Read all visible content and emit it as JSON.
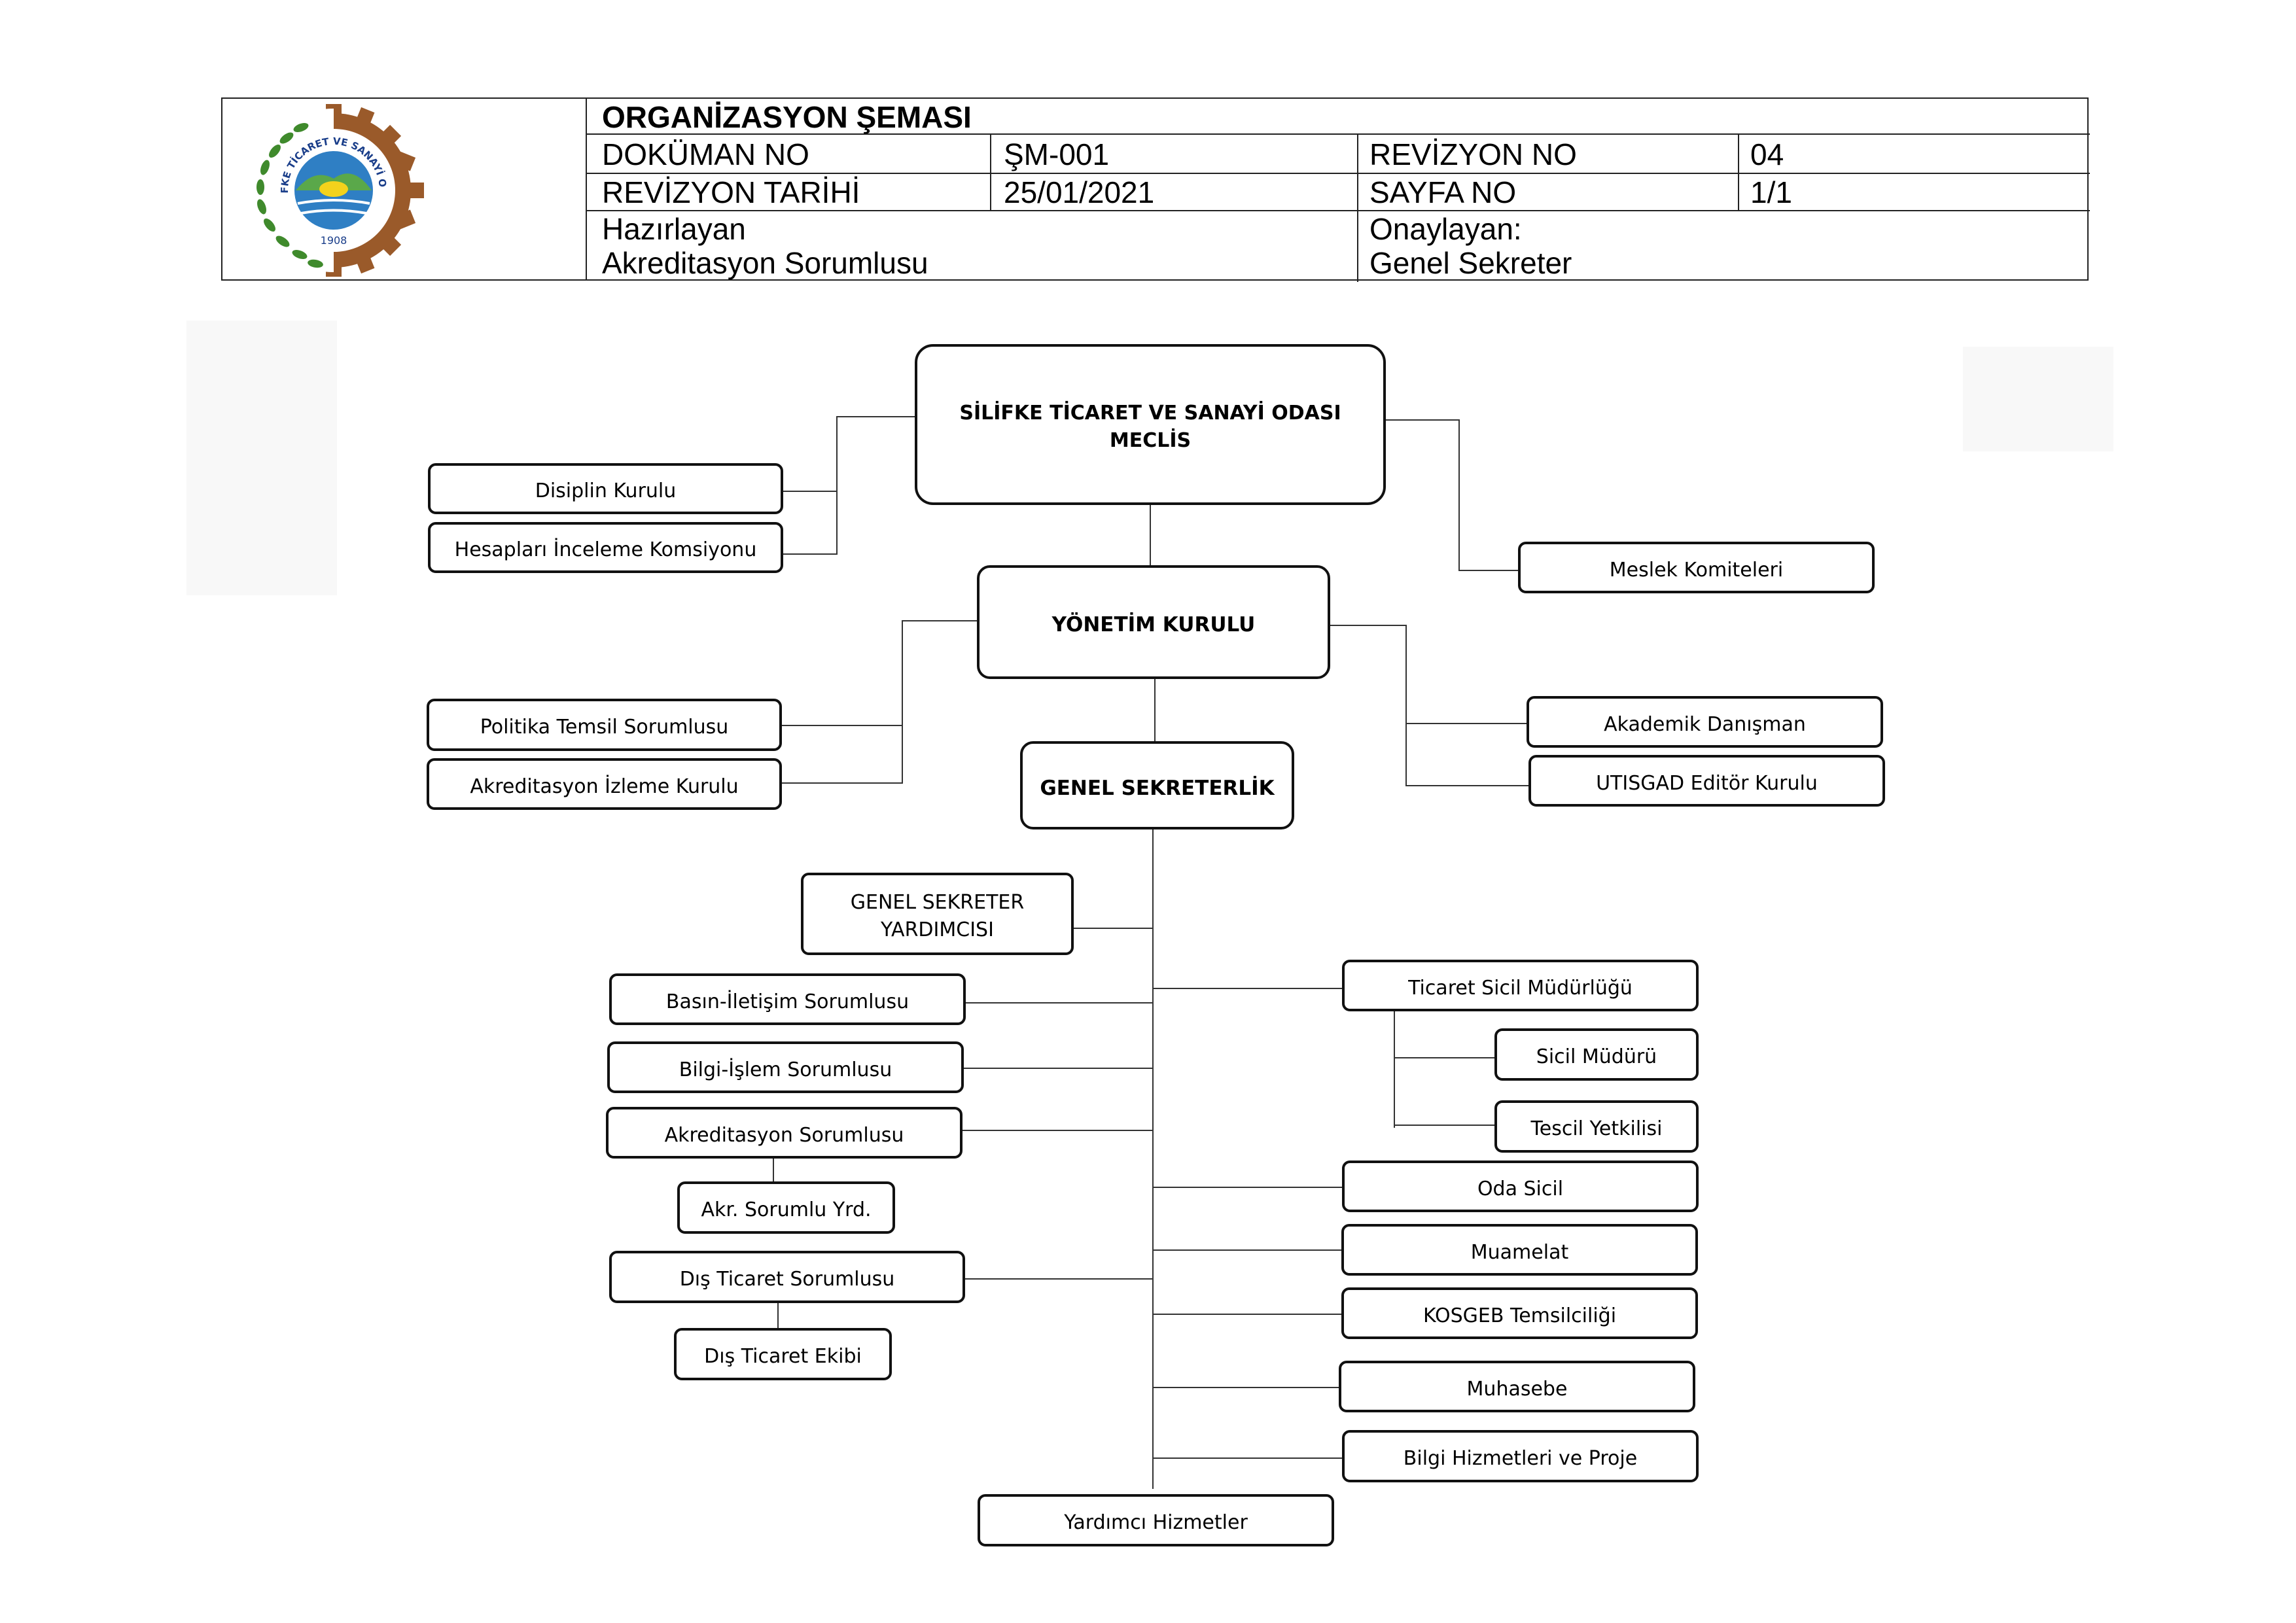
{
  "header": {
    "title": "ORGANİZASYON ŞEMASI",
    "doc_no_label": "DOKÜMAN NO",
    "doc_no_value": "ŞM-001",
    "rev_no_label": "REVİZYON NO",
    "rev_no_value": "04",
    "rev_date_label": "REVİZYON TARİHİ",
    "rev_date_value": "25/01/2021",
    "page_no_label": "SAYFA NO",
    "page_no_value": "1/1",
    "prepared_label": "Hazırlayan",
    "prepared_value": "Akreditasyon Sorumlusu",
    "approved_label": "Onaylayan:",
    "approved_value": "Genel Sekreter",
    "logo": {
      "name": "silifke-chamber-logo",
      "text": "SİLİFKE TİCARET VE SANAYİ ODASI",
      "year": "1908",
      "colors": {
        "gear": "#9a5a2a",
        "laurel": "#3f8a2c",
        "sea": "#2f7fc4",
        "sun": "#f3d21c",
        "hill": "#5aa84a"
      }
    }
  },
  "org": {
    "meclis": "SİLİFKE TİCARET VE SANAYİ ODASI\nMECLİS",
    "disiplin": "Disiplin Kurulu",
    "hesaplari": "Hesapları İnceleme Komsiyonu",
    "meslek": "Meslek Komiteleri",
    "yonetim": "YÖNETİM KURULU",
    "politika": "Politika Temsil Sorumlusu",
    "akr_izleme": "Akreditasyon İzleme Kurulu",
    "akademik": "Akademik Danışman",
    "utisgad": "UTISGAD Editör Kurulu",
    "genel_sek": "GENEL SEKRETERLİK",
    "gs_yrd": "GENEL SEKRETER\nYARDIMCISI",
    "basin": "Basın-İletişim Sorumlusu",
    "bilgi_islem": "Bilgi-İşlem Sorumlusu",
    "akr_sorumlu": "Akreditasyon Sorumlusu",
    "akr_yrd": "Akr. Sorumlu Yrd.",
    "dis_ticaret": "Dış Ticaret Sorumlusu",
    "dis_ekibi": "Dış Ticaret Ekibi",
    "ticaret_sicil": "Ticaret Sicil Müdürlüğü",
    "sicil_muduru": "Sicil Müdürü",
    "tescil": "Tescil Yetkilisi",
    "oda_sicil": "Oda Sicil",
    "muamelat": "Muamelat",
    "kosgeb": "KOSGEB Temsilciliği",
    "muhasebe": "Muhasebe",
    "bilgi_hizmet": "Bilgi Hizmetleri ve Proje",
    "yardimci": "Yardımcı Hizmetler"
  }
}
